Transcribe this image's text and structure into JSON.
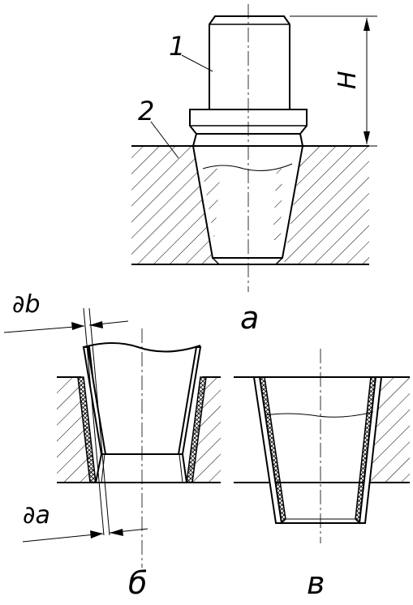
{
  "labels": {
    "part_1": "1",
    "part_2": "2",
    "height": "H",
    "view_a": "а",
    "view_b": "б",
    "view_v": "в",
    "thickness_b": "∂b",
    "thickness_a": "∂a"
  }
}
